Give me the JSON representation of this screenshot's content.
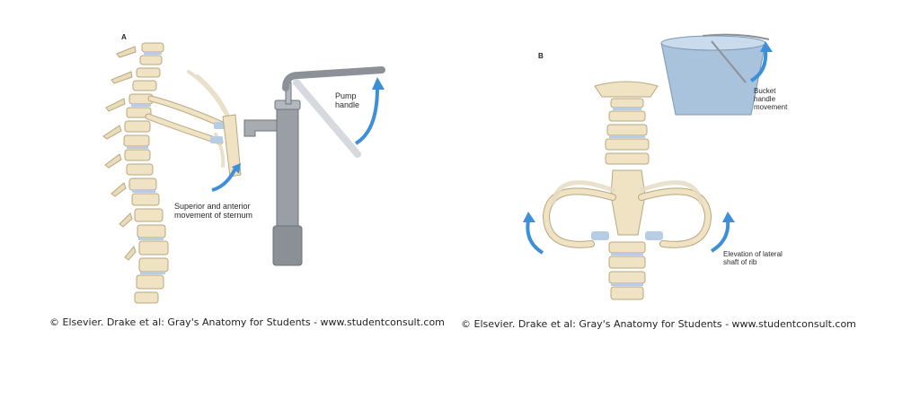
{
  "panel_a": {
    "letter": "A",
    "label_pump_handle": "Pump\nhandle",
    "label_sternum": "Superior and anterior\nmovement of sternum",
    "credit": "© Elsevier. Drake et al: Gray's Anatomy for Students - www.studentconsult.com"
  },
  "panel_b": {
    "letter": "B",
    "label_bucket": "Bucket\nhandle\nmovement",
    "label_rib": "Elevation of lateral\nshaft of rib",
    "credit": "© Elsevier. Drake et al: Gray's Anatomy for Students - www.studentconsult.com"
  },
  "colors": {
    "bone": "#efe3c4",
    "bone_outline": "#b9a77f",
    "cartilage": "#b7cde6",
    "arrow": "#3d8fd8",
    "pump": "#9a9fa6",
    "bucket": "#a9c3dc"
  }
}
